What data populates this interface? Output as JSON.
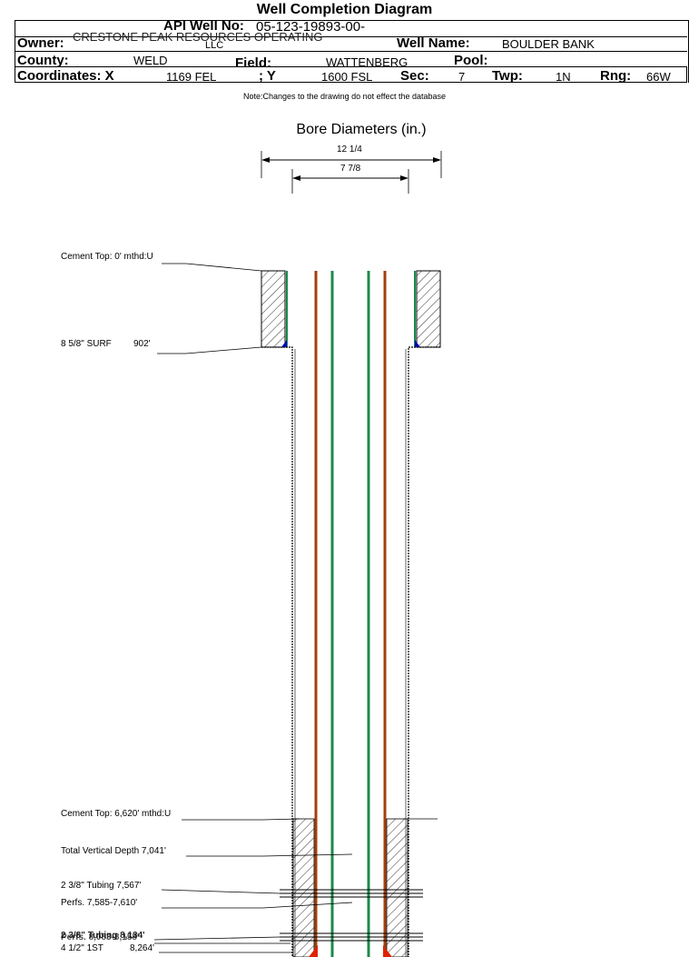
{
  "title": "Well Completion Diagram",
  "header": {
    "api_label": "API Well No:",
    "api_value": "05-123-19893-00-",
    "owner_label": "Owner:",
    "owner_value_line1": "CRESTONE PEAK RESOURCES OPERATING",
    "owner_value_line2": "LLC",
    "well_name_label": "Well Name:",
    "well_name_value": "BOULDER BANK",
    "county_label": "County:",
    "county_value": "WELD",
    "field_label": "Field:",
    "field_value": "WATTENBERG",
    "pool_label": "Pool:",
    "pool_value": "",
    "coord_label": "Coordinates: X",
    "x_value": "1169 FEL",
    "y_label": "; Y",
    "y_value": "1600 FSL",
    "sec_label": "Sec:",
    "sec_value": "7",
    "twp_label": "Twp:",
    "twp_value": "1N",
    "rng_label": "Rng:",
    "rng_value": "66W"
  },
  "note": "Note:Changes to the drawing do not effect the database",
  "bore": {
    "title": "Bore Diameters (in.)",
    "d1": "12 1/4",
    "d2": "7 7/8"
  },
  "annotations": {
    "cement_top_1": "Cement Top: 0' mthd:U",
    "surf_casing": "8 5/8\" SURF",
    "surf_depth": "902'",
    "cement_top_2": "Cement Top: 6,620' mthd:U",
    "tvd": "Total Vertical Depth 7,041'",
    "tubing_1": "2 3/8\" Tubing 7,567'",
    "perfs_1": "Perfs. 7,585-7,610'",
    "tubing_2": "2 3/8\" Tubing 8,134'",
    "perfs_2": "Perfs. 8,083-8,158'",
    "prod_casing": "4 1/2\" 1ST",
    "prod_depth": "8,264'"
  },
  "colors": {
    "green": "#1a8a4a",
    "brown": "#a0400a",
    "blue": "#0000cc",
    "red": "#dd2200"
  }
}
